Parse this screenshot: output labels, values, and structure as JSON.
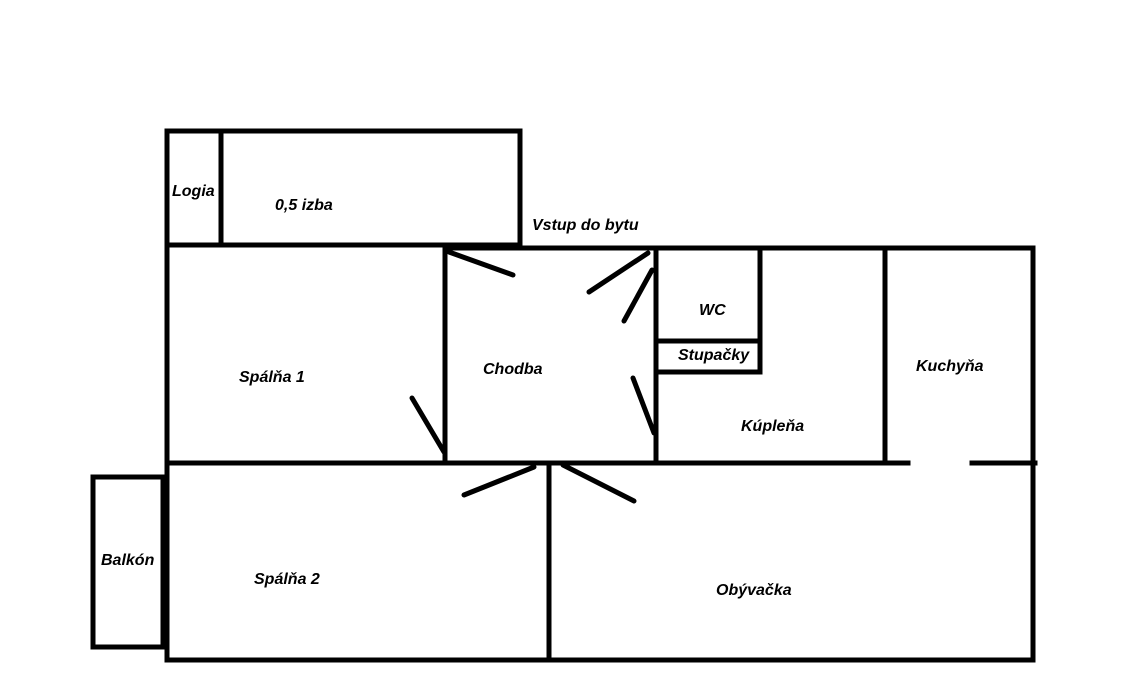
{
  "floor_plan": {
    "wall_color": "#000000",
    "rooms": {
      "logia": "Logia",
      "half_room": "0,5 izba",
      "entrance": "Vstup do bytu",
      "bedroom1": "Spálňa 1",
      "hallway": "Chodba",
      "wc": "WC",
      "risers": "Stupačky",
      "bathroom": "Kúpleňa",
      "kitchen": "Kuchyňa",
      "balcony": "Balkón",
      "bedroom2": "Spálňa 2",
      "living_room": "Obývačka"
    }
  }
}
